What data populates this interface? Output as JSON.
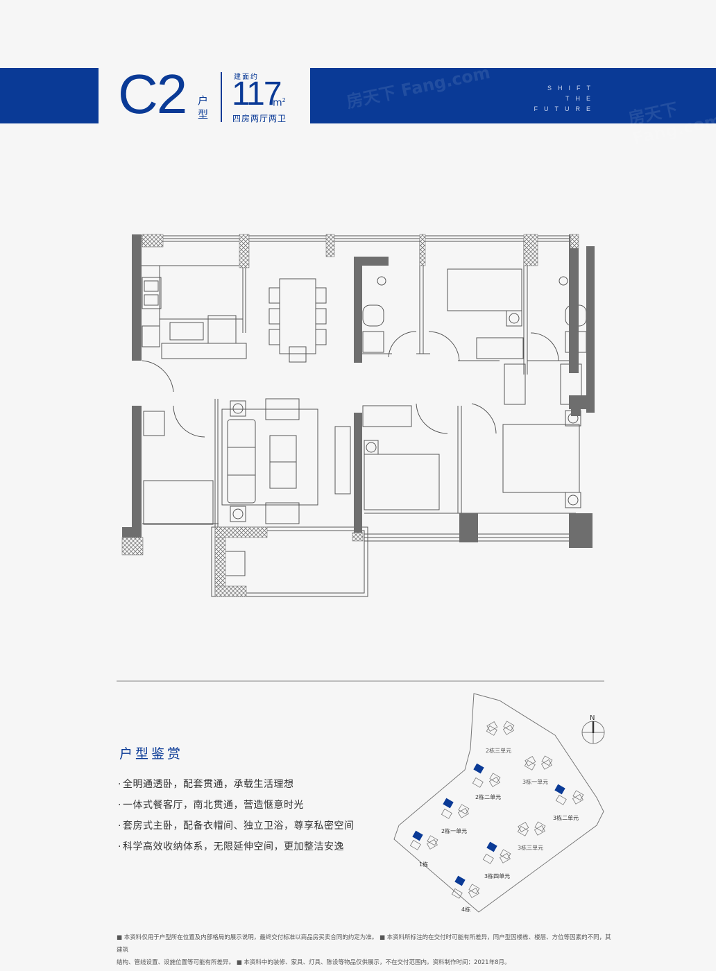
{
  "header": {
    "type_code": "C2",
    "type_label": "户型",
    "area_caption": "建面约",
    "area_value": "117",
    "area_unit": "m",
    "area_unit_sup": "2",
    "layout_desc": "四房两厅两卫",
    "slogan": [
      "SHIFT",
      "THE",
      "FUTURE"
    ],
    "watermark": "房天下 Fang.com",
    "brand_color": "#0a3a96"
  },
  "floorplan": {
    "wall_color": "#6e6e6e",
    "line_color": "#555555",
    "rooms": [
      "kitchen",
      "dining",
      "living",
      "bedroom-1",
      "bedroom-2",
      "bedroom-3",
      "master-bedroom",
      "bathroom-1",
      "bathroom-2",
      "balcony",
      "cloakroom"
    ]
  },
  "features": {
    "title": "户型鉴赏",
    "items": [
      "全明通透卧，配套贯通，承载生活理想",
      "一体式餐客厅，南北贯通，营造惬意时光",
      "套房式主卧，配备衣帽间、独立卫浴，尊享私密空间",
      "科学高效收纳体系，无限延伸空间，更加整洁安逸"
    ]
  },
  "siteplan": {
    "compass": "N",
    "highlight_unit": "01",
    "buildings": [
      {
        "label": "2栋三单元",
        "highlight": false
      },
      {
        "label": "3栋一单元",
        "highlight": false
      },
      {
        "label": "2栋二单元",
        "highlight": true
      },
      {
        "label": "3栋二单元",
        "highlight": true
      },
      {
        "label": "2栋一单元",
        "highlight": true
      },
      {
        "label": "3栋三单元",
        "highlight": false
      },
      {
        "label": "1栋",
        "highlight": true
      },
      {
        "label": "3栋四单元",
        "highlight": true
      },
      {
        "label": "4栋",
        "highlight": true
      }
    ]
  },
  "disclaimer": {
    "line1": "■ 本资料仅用于户型所在位置及内部格局的展示说明，最终交付标准以商品房买卖合同的约定为准。 ■ 本资料所标注的在交付时可能有所差异，同户型因楼栋、楼层、方位等因素的不同，其建筑",
    "line2": "结构、管线设置、设施位置等可能有所差异。 ■ 本资料中的装修、家具、灯具、陈设等物品仅供展示，不在交付范围内。资料制作时间：2021年8月。"
  }
}
